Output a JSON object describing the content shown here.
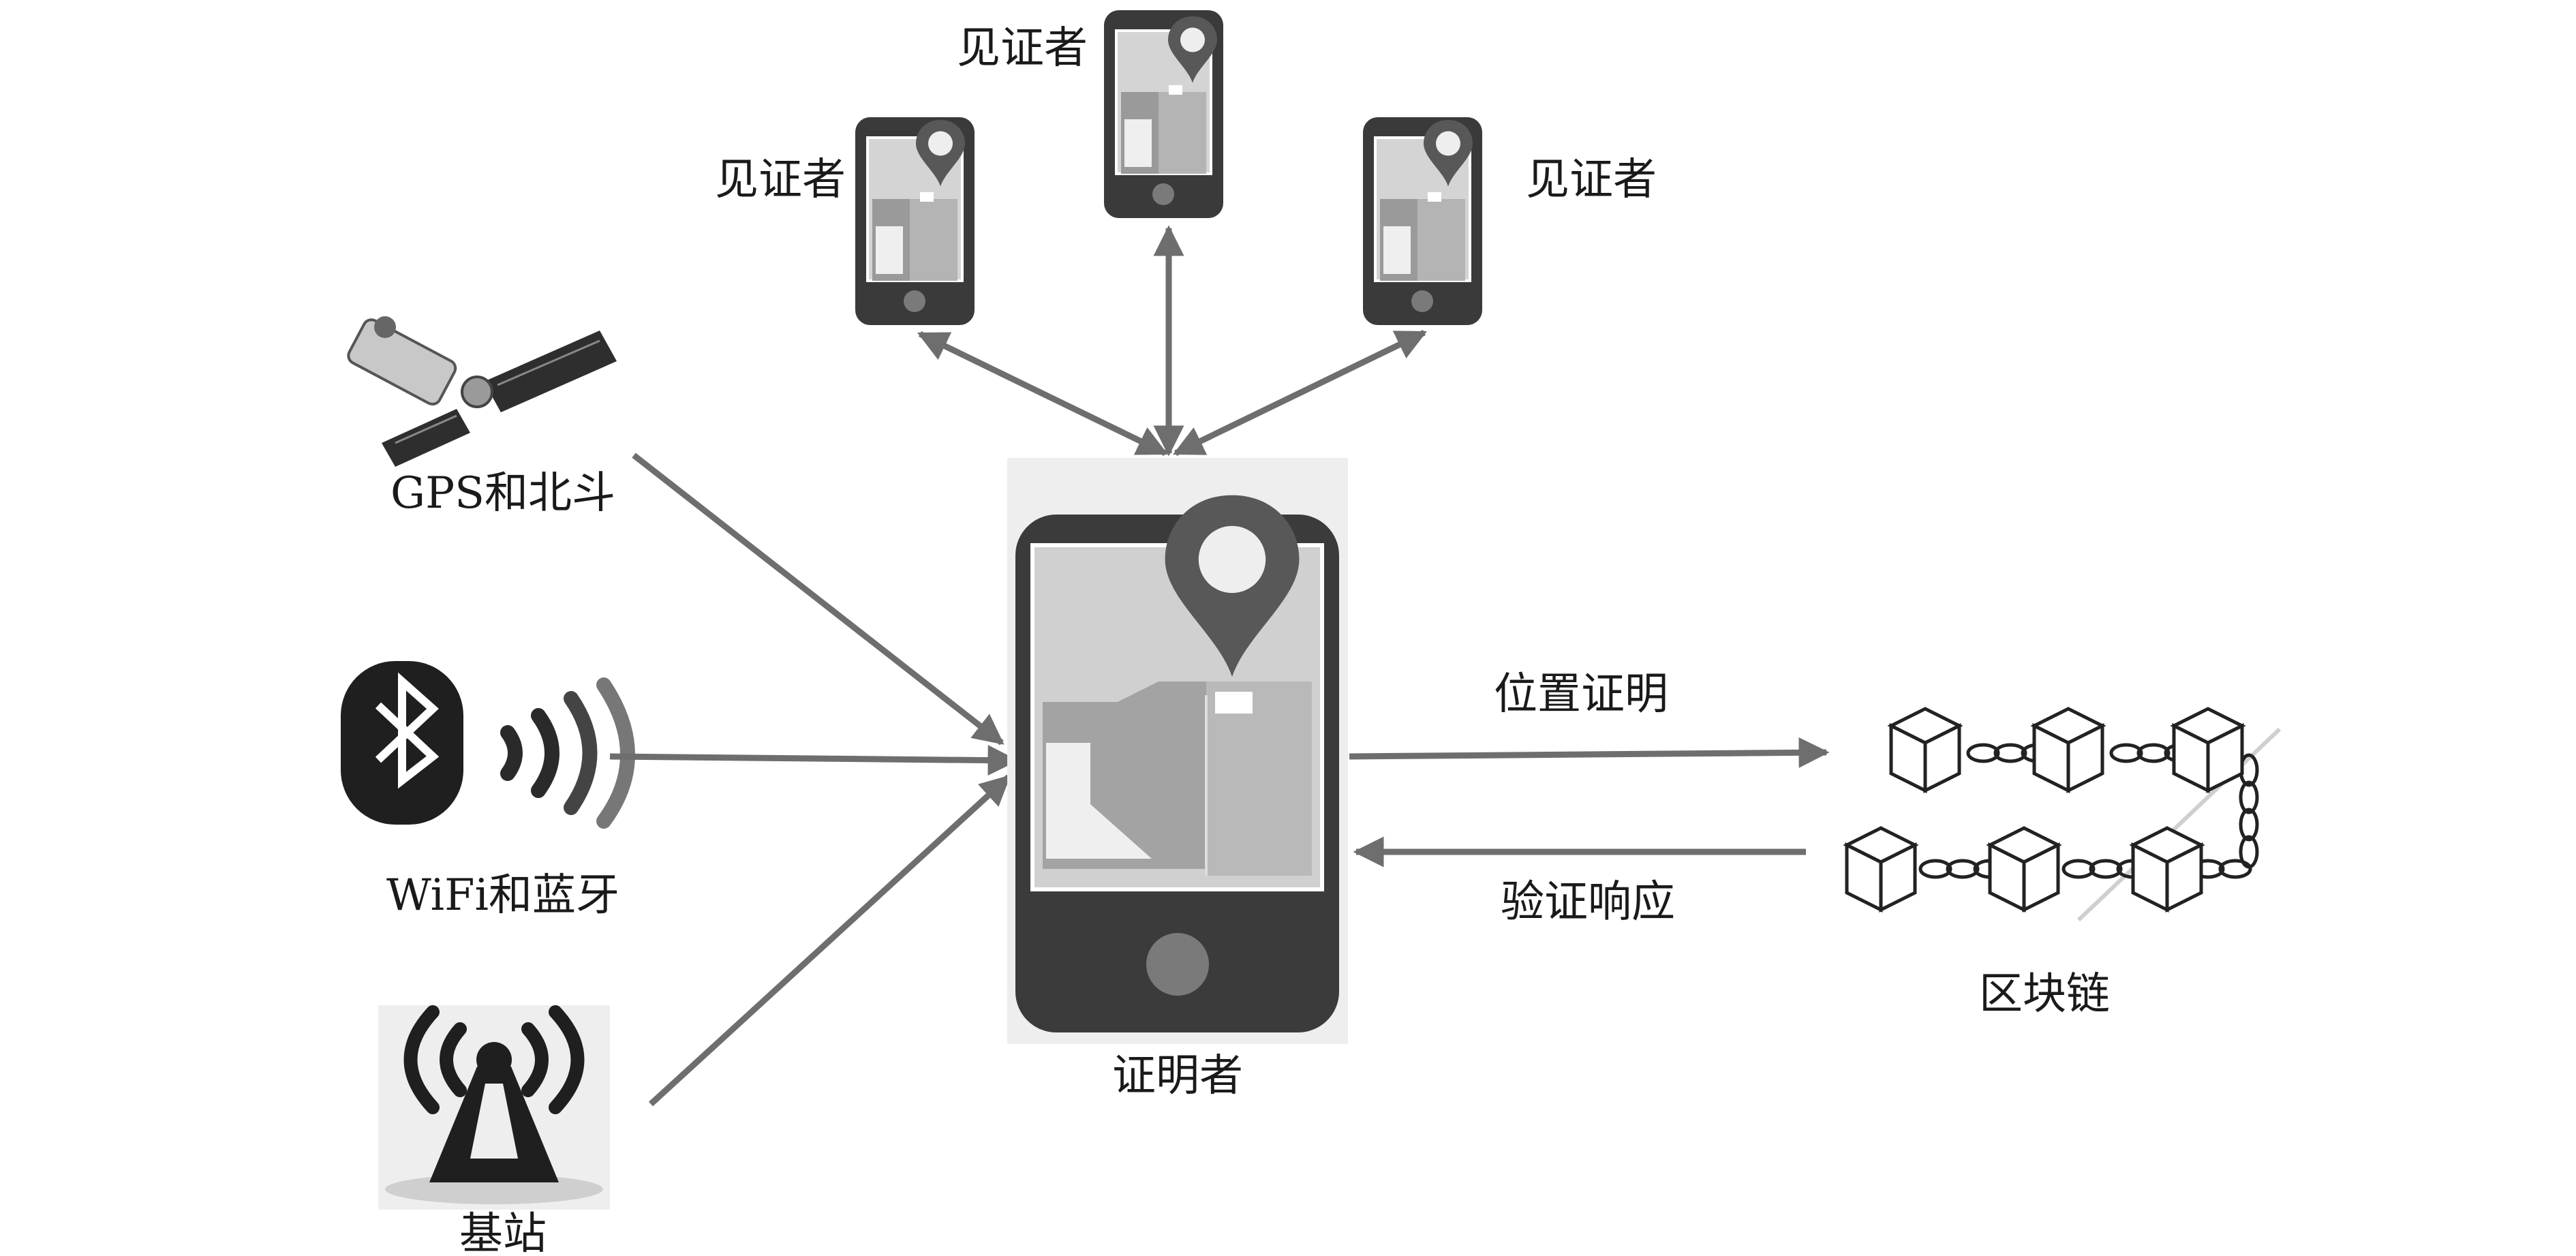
{
  "labels": {
    "witness_top": "见证者",
    "witness_left": "见证者",
    "witness_right": "见证者",
    "gps": "GPS和北斗",
    "wifi_bt": "WiFi和蓝牙",
    "base_station": "基站",
    "prover": "证明者",
    "location_proof": "位置证明",
    "verify_response": "验证响应",
    "blockchain": "区块链"
  },
  "colors": {
    "arrow": "#6e6e6e",
    "phone_body": "#3d3d3d",
    "screen": "#c9c9c9",
    "pin": "#555555"
  }
}
